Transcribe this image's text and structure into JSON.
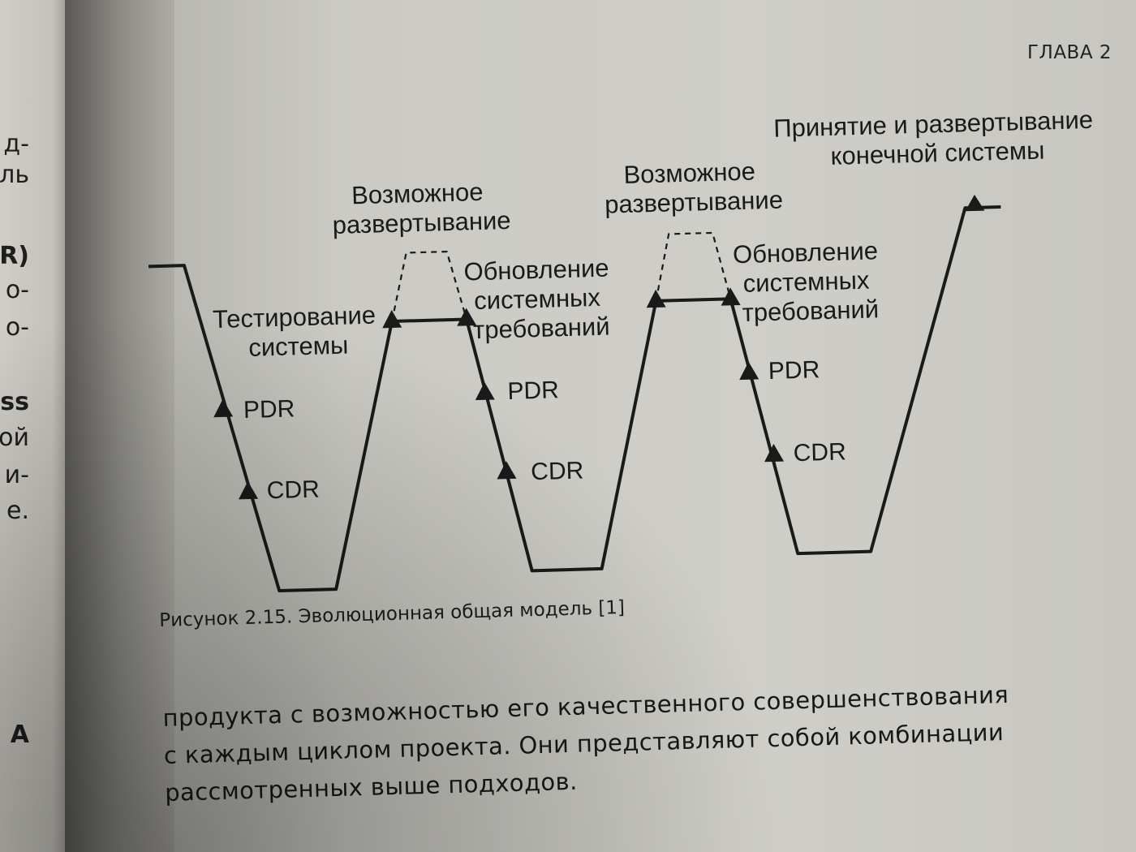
{
  "page": {
    "chapter_label": "ГЛАВА 2"
  },
  "left_page": {
    "fragments": [
      "д-",
      "ль",
      "R)",
      "о-",
      "о-",
      "ss",
      "ой",
      "и-",
      "е.",
      "А"
    ]
  },
  "figure": {
    "labels": {
      "testing": [
        "Тестирование",
        "системы"
      ],
      "deploy_1": [
        "Возможное",
        "развертывание"
      ],
      "update_1": [
        "Обновление",
        "системных",
        "требований"
      ],
      "deploy_2": [
        "Возможное",
        "развертывание"
      ],
      "update_2": [
        "Обновление",
        "системных",
        "требований"
      ],
      "final": [
        "Принятие и развертывание",
        "конечной системы"
      ]
    },
    "milestones": {
      "pdr_1": "PDR",
      "cdr_1": "CDR",
      "pdr_2": "PDR",
      "cdr_2": "CDR",
      "pdr_3": "PDR",
      "cdr_3": "CDR"
    },
    "caption": "Рисунок 2.15. Эволюционная общая модель [1]"
  },
  "body_text": {
    "lines": [
      "продукта с возможностью его качественного совершенствования",
      "с каждым циклом проекта. Они представляют собой комбинации",
      "рассмотренных выше подходов."
    ]
  },
  "colors": {
    "ink": "#1a1a1a",
    "paper": "#cfcec8"
  }
}
